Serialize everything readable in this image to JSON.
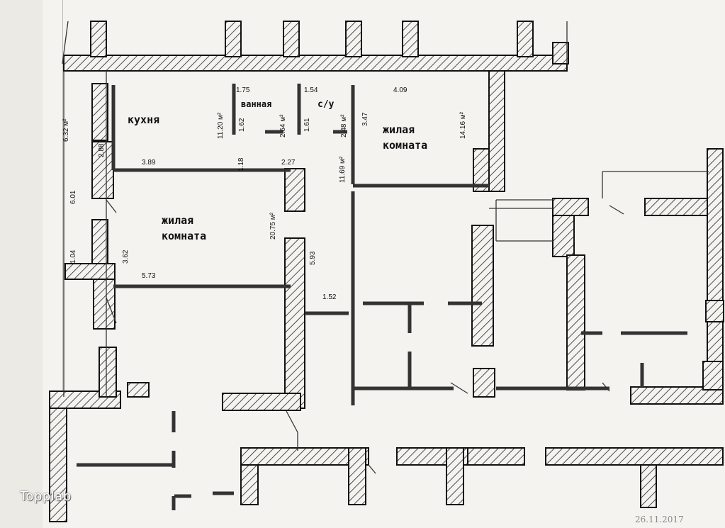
{
  "plan": {
    "rooms": {
      "kitchen": "кухня",
      "bathroom": "ванная",
      "toilet": "с/у",
      "living1": [
        "жилая",
        "комната"
      ],
      "living2": [
        "жилая",
        "комната"
      ]
    },
    "dimensions": {
      "d_1_75": "1.75",
      "d_1_54": "1.54",
      "d_4_09": "4.09",
      "d_3_89": "3.89",
      "d_2_27": "2.27",
      "d_5_73": "5.73",
      "d_1_52": "1.52",
      "d_6_32": "6.32 м²",
      "d_11_20": "11.20 м²",
      "d_1_62": "1.62",
      "d_2_64": "2.64 м²",
      "d_1_61": "1.61",
      "d_2_48": "2.48 м²",
      "d_3_47": "3.47",
      "d_14_16": "14.16 м²",
      "d_2_88": "2.88",
      "d_6_01": "6.01",
      "d_1_18": "1.18",
      "d_11_69": "11.69 м²",
      "d_20_75": "20.75 м²",
      "d_5_93": "5.93",
      "d_1_04": "1.04",
      "d_3_62": "3.62"
    }
  },
  "watermark": "Topplab",
  "date_stamp": "26.11.2017"
}
